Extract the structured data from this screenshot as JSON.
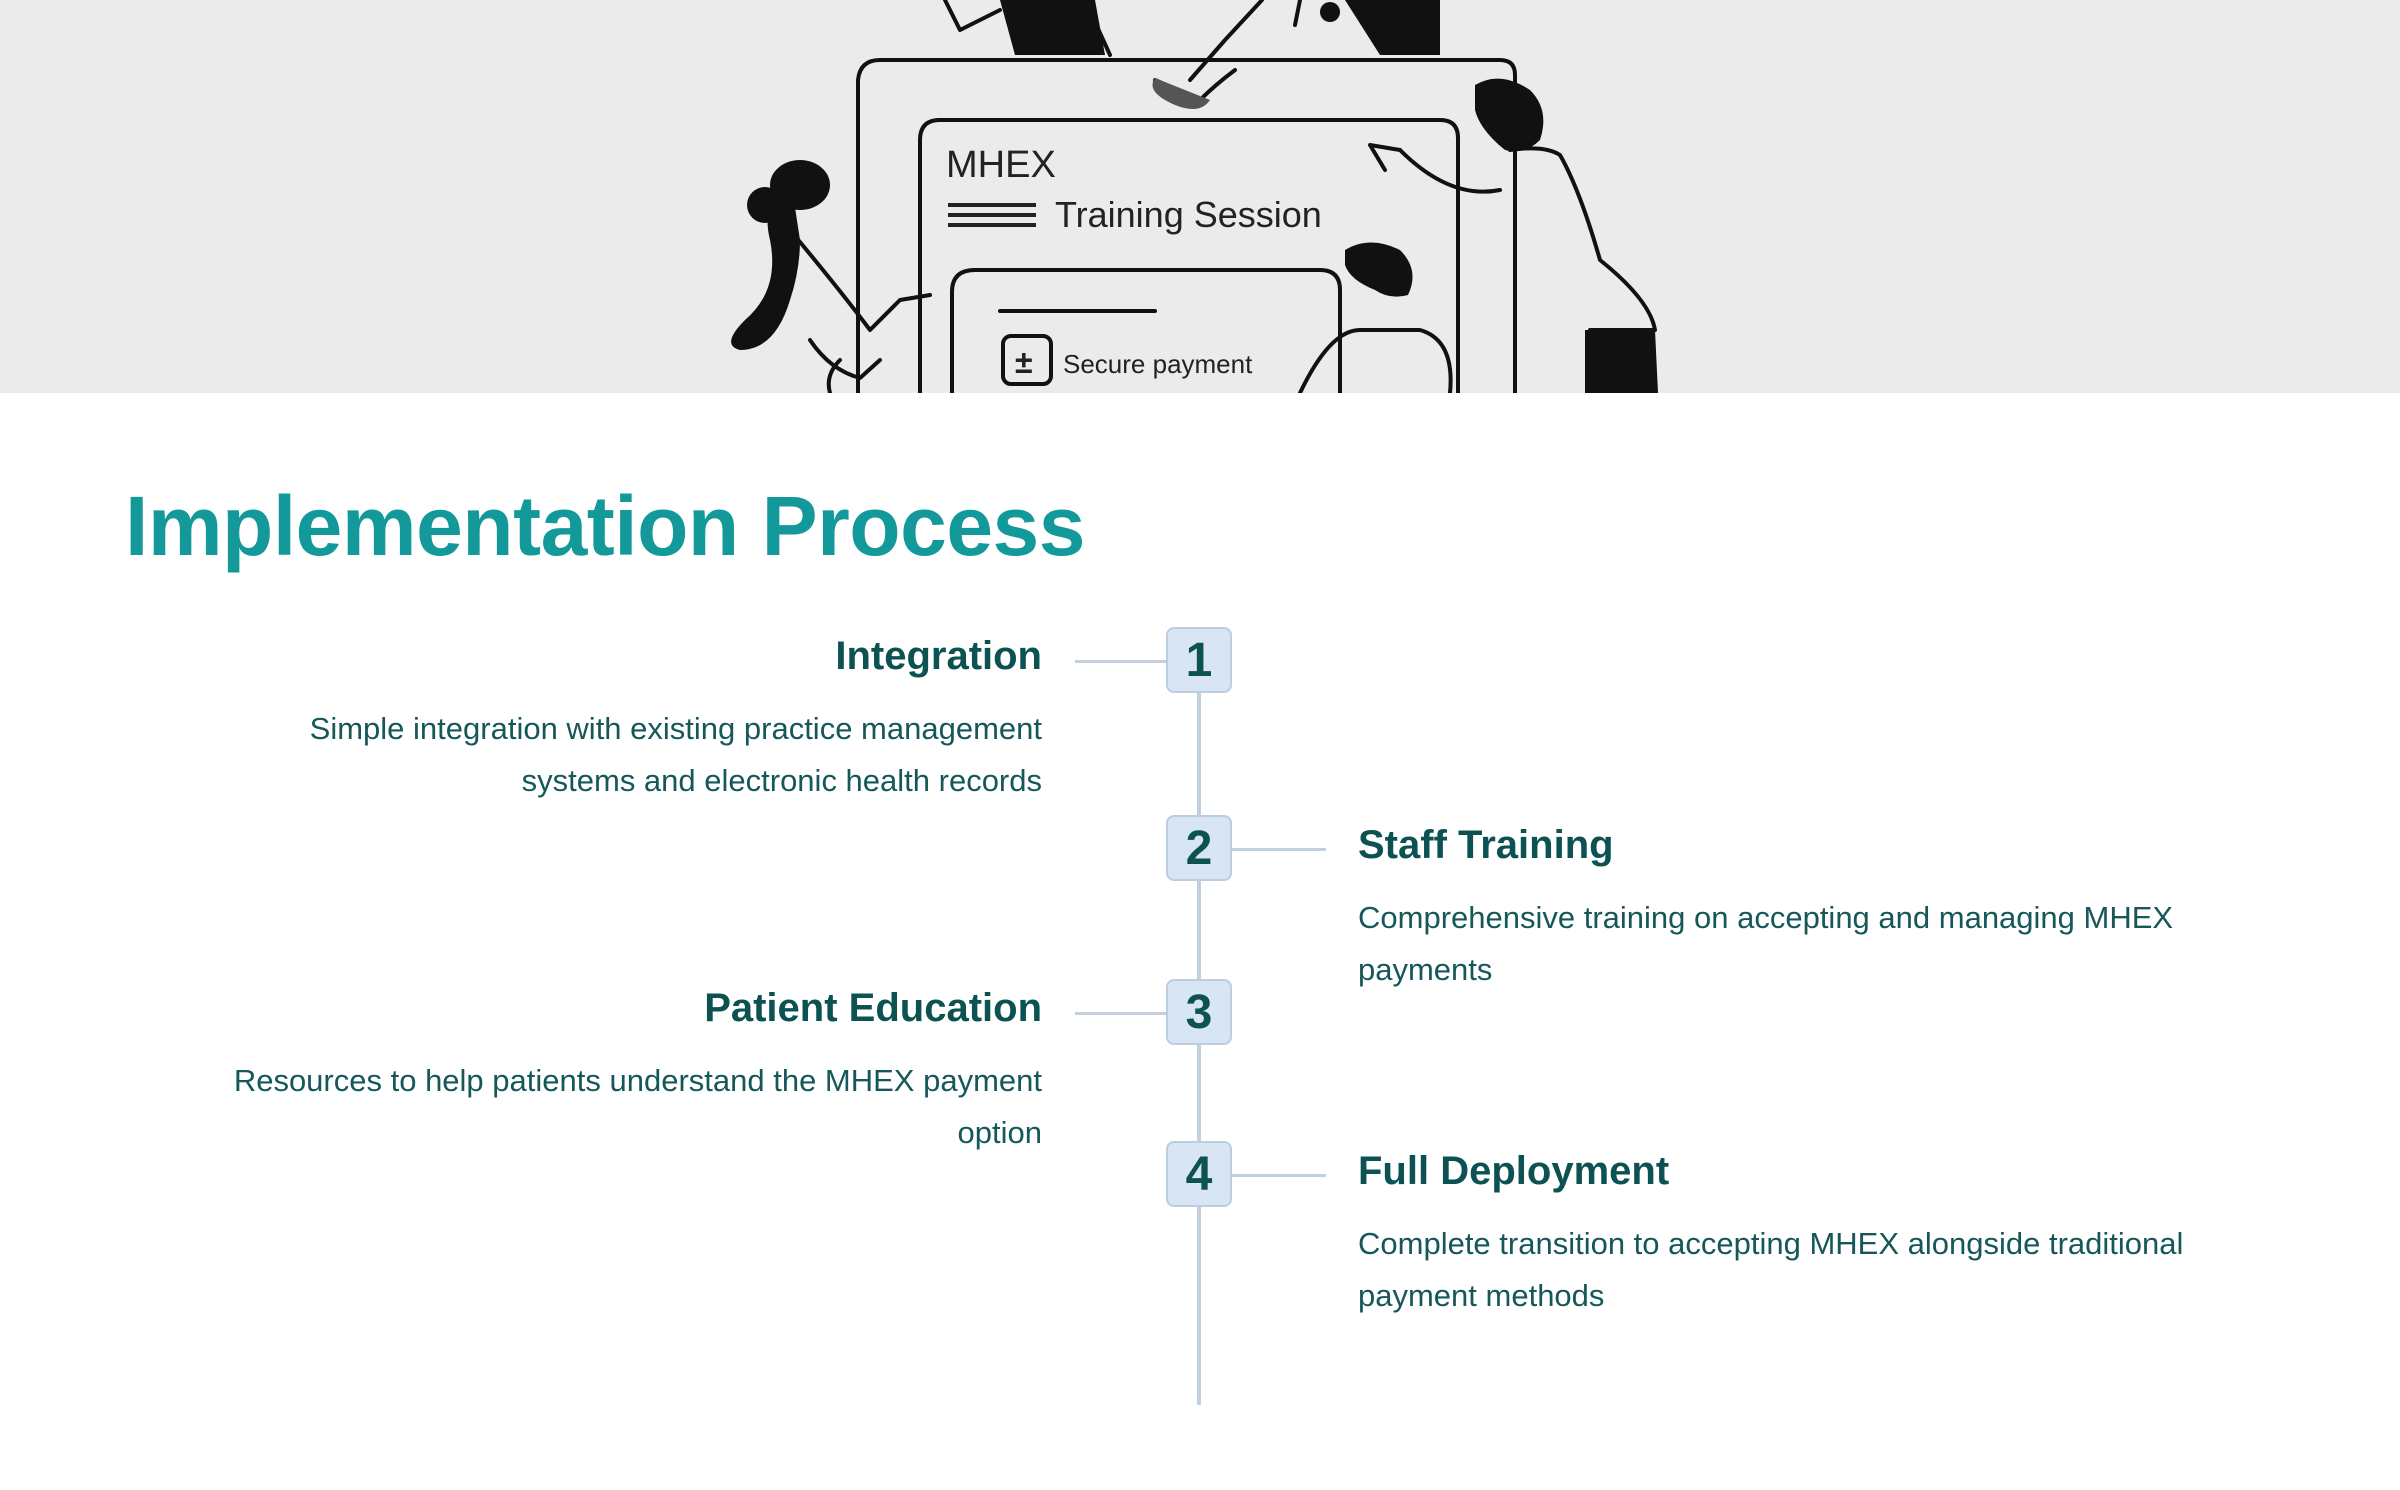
{
  "hero": {
    "illustration": "people-around-payment-screen",
    "screen_brand": "MHEX",
    "screen_heading": "Training Session",
    "screen_card_text": "Secure payment",
    "screen_card_icon": "plus-minus-icon"
  },
  "page_title": "Implementation Process",
  "steps": [
    {
      "number": "1",
      "title": "Integration",
      "description": "Simple integration with existing practice management systems and electronic health records"
    },
    {
      "number": "2",
      "title": "Staff Training",
      "description": "Comprehensive training on accepting and managing MHEX payments"
    },
    {
      "number": "3",
      "title": "Patient Education",
      "description": "Resources to help patients understand the MHEX payment option"
    },
    {
      "number": "4",
      "title": "Full Deployment",
      "description": "Complete transition to accepting MHEX alongside traditional payment methods"
    }
  ],
  "colors": {
    "title": "#14999a",
    "heading_text": "#0d5252",
    "body_text": "#16585a",
    "step_box_fill": "#d8e5f3",
    "timeline": "#c3cfdf",
    "hero_background": "#ebebeb"
  }
}
